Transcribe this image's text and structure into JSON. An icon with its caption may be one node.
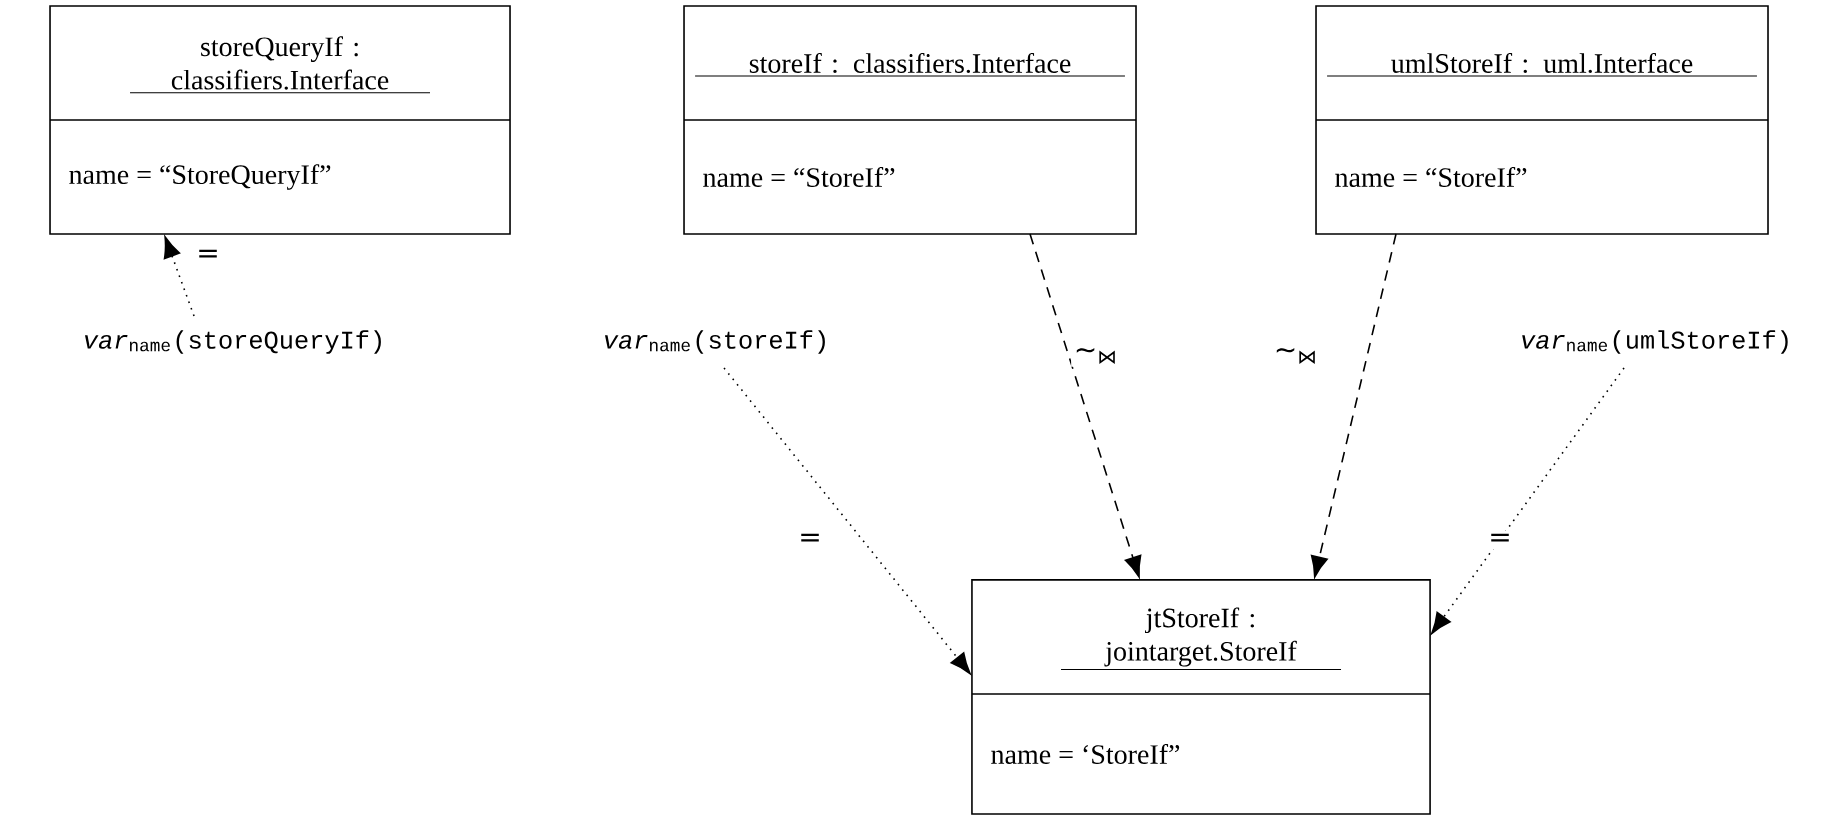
{
  "diagram": {
    "nodes": [
      {
        "text": [
          "storeQueryIf : classifiers.Interface",
          "name = “StoreQueryIf”"
        ]
      },
      {
        "text": [
          "storeIf : classifiers.Interface",
          "name = “StoreIf”"
        ]
      },
      {
        "text": [
          "umlStoreIf : uml.Interface",
          "name = “StoreIf”"
        ]
      },
      {
        "text": [
          "jtStoreIf : jointarget.StoreIf",
          "name = ‘StoreIf”"
        ]
      },
      {
        "text": [
          "*var*$_{name}$(storeQueryIf)"
        ]
      },
      {
        "text": [
          "*var*$_{name}$(storeIf)"
        ]
      },
      {
        "text": [
          "*var*$_{name}$(umlStoreIf)"
        ]
      }
    ],
    "edges": [
      {
        "from": 4,
        "to": 0,
        "arrow": "to",
        "label": "="
      },
      {
        "from": 1,
        "to": 3,
        "arrow": "to",
        "label": "∼$_{⋈}$",
        "style": "dashed"
      },
      {
        "from": 2,
        "to": 3,
        "arrow": "to",
        "label": "∼$_{⋈}$",
        "style": "dashed"
      },
      {
        "from": 5,
        "to": 3,
        "arrow": "to",
        "label": "="
      },
      {
        "from": 6,
        "to": 3,
        "arrow": "to",
        "label": "="
      }
    ]
  }
}
